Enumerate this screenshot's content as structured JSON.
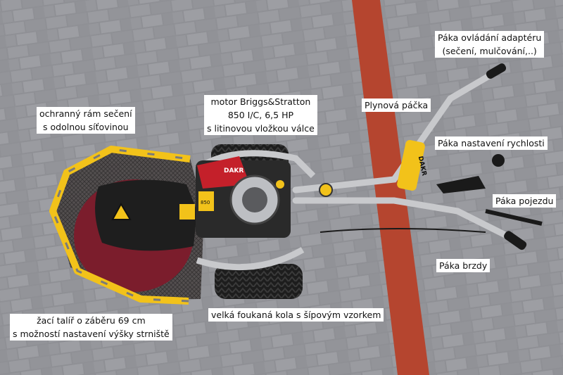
{
  "labels": {
    "adapter_lever": [
      "Páka ovládání adaptéru",
      "(sečení, mulčování,..)"
    ],
    "engine": [
      "motor Briggs&Stratton",
      "850 I/C, 6,5 HP",
      "s litinovou vložkou válce"
    ],
    "mowing_frame": [
      "ochranný rám sečení",
      "s odolnou síťovinou"
    ],
    "throttle_lever": [
      "Plynová páčka"
    ],
    "speed_lever": [
      "Páka nastavení rychlosti"
    ],
    "drive_lever": [
      "Páka pojezdu"
    ],
    "brake_lever": [
      "Páka brzdy"
    ],
    "wheels": [
      "velká foukaná kola s šípovým vzorkem"
    ],
    "mowing_disc": [
      "žací talíř o záběru 69 cm",
      "s možností nastavení výšky strniště"
    ]
  },
  "machine": {
    "brand": "DAKR",
    "engine_badge": "850"
  },
  "colors": {
    "pavement": "#8f9095",
    "red_stripe": "#b5452f",
    "frame_yellow": "#f2c21a",
    "disc_red": "#7b1d2c",
    "engine_red": "#c4202a"
  }
}
